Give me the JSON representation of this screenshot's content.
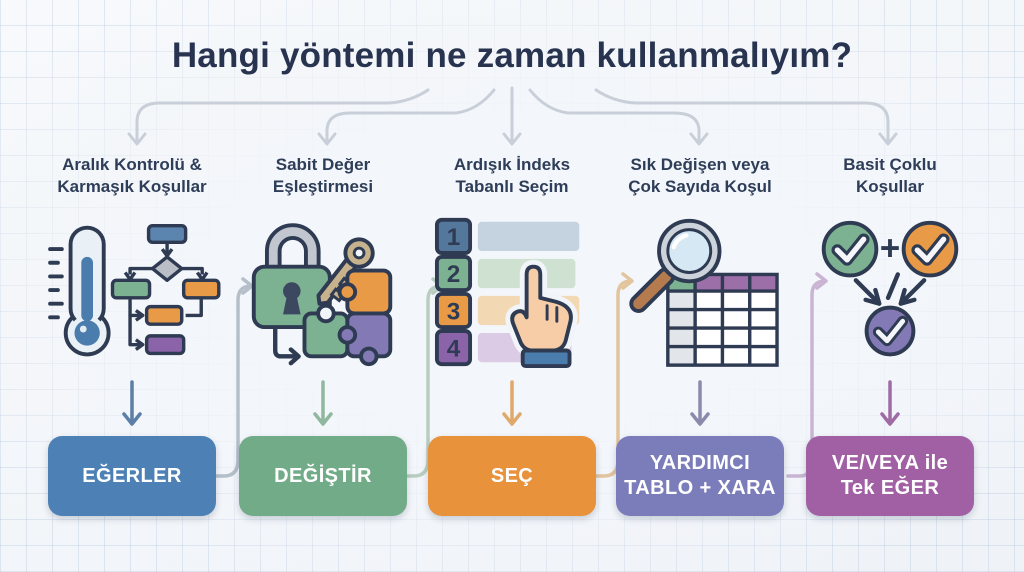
{
  "title": "Hangi yöntemi ne zaman kullanmalıyım?",
  "columns": [
    {
      "header_line1": "Aralık Kontrolü &",
      "header_line2": "Karmaşık Koşullar",
      "icon": "thermometer-flowchart-icon",
      "button_label_line1": "EĞERLER",
      "button_color": "#4d80b4"
    },
    {
      "header_line1": "Sabit Değer",
      "header_line2": "Eşleştirmesi",
      "icon": "lock-key-puzzle-icon",
      "button_label_line1": "DEĞİŞTİR",
      "button_color": "#72ab88"
    },
    {
      "header_line1": "Ardışık İndeks",
      "header_line2": "Tabanlı Seçim",
      "icon": "numbered-list-hand-icon",
      "list_numbers": [
        "1",
        "2",
        "3",
        "4"
      ],
      "button_label_line1": "SEÇ",
      "button_color": "#e8923c"
    },
    {
      "header_line1": "Sık Değişen veya",
      "header_line2": "Çok Sayıda Koşul",
      "icon": "magnifier-table-icon",
      "button_label_line1": "YARDIMCI",
      "button_label_line2": "TABLO + XARA",
      "button_color": "#7b7cba"
    },
    {
      "header_line1": "Basit Çoklu",
      "header_line2": "Koşullar",
      "icon": "check-circles-merge-icon",
      "plus_sign": "+",
      "button_label_line1": "VE/VEYA ile",
      "button_label_line2": "Tek EĞER",
      "button_color": "#a160a4"
    }
  ],
  "colors": {
    "title_text": "#28344f",
    "header_text": "#2e3d58",
    "background": "#f1f4f8",
    "top_connector": "#c9cfd9",
    "column_connectors": [
      "#b4bfc9",
      "#b9cdc0",
      "#e2c49e",
      "#c9b4d3"
    ],
    "down_arrows": [
      "#5b7fa6",
      "#8fb89e",
      "#dfa96b",
      "#8b8aac",
      "#9f6ba5"
    ]
  }
}
